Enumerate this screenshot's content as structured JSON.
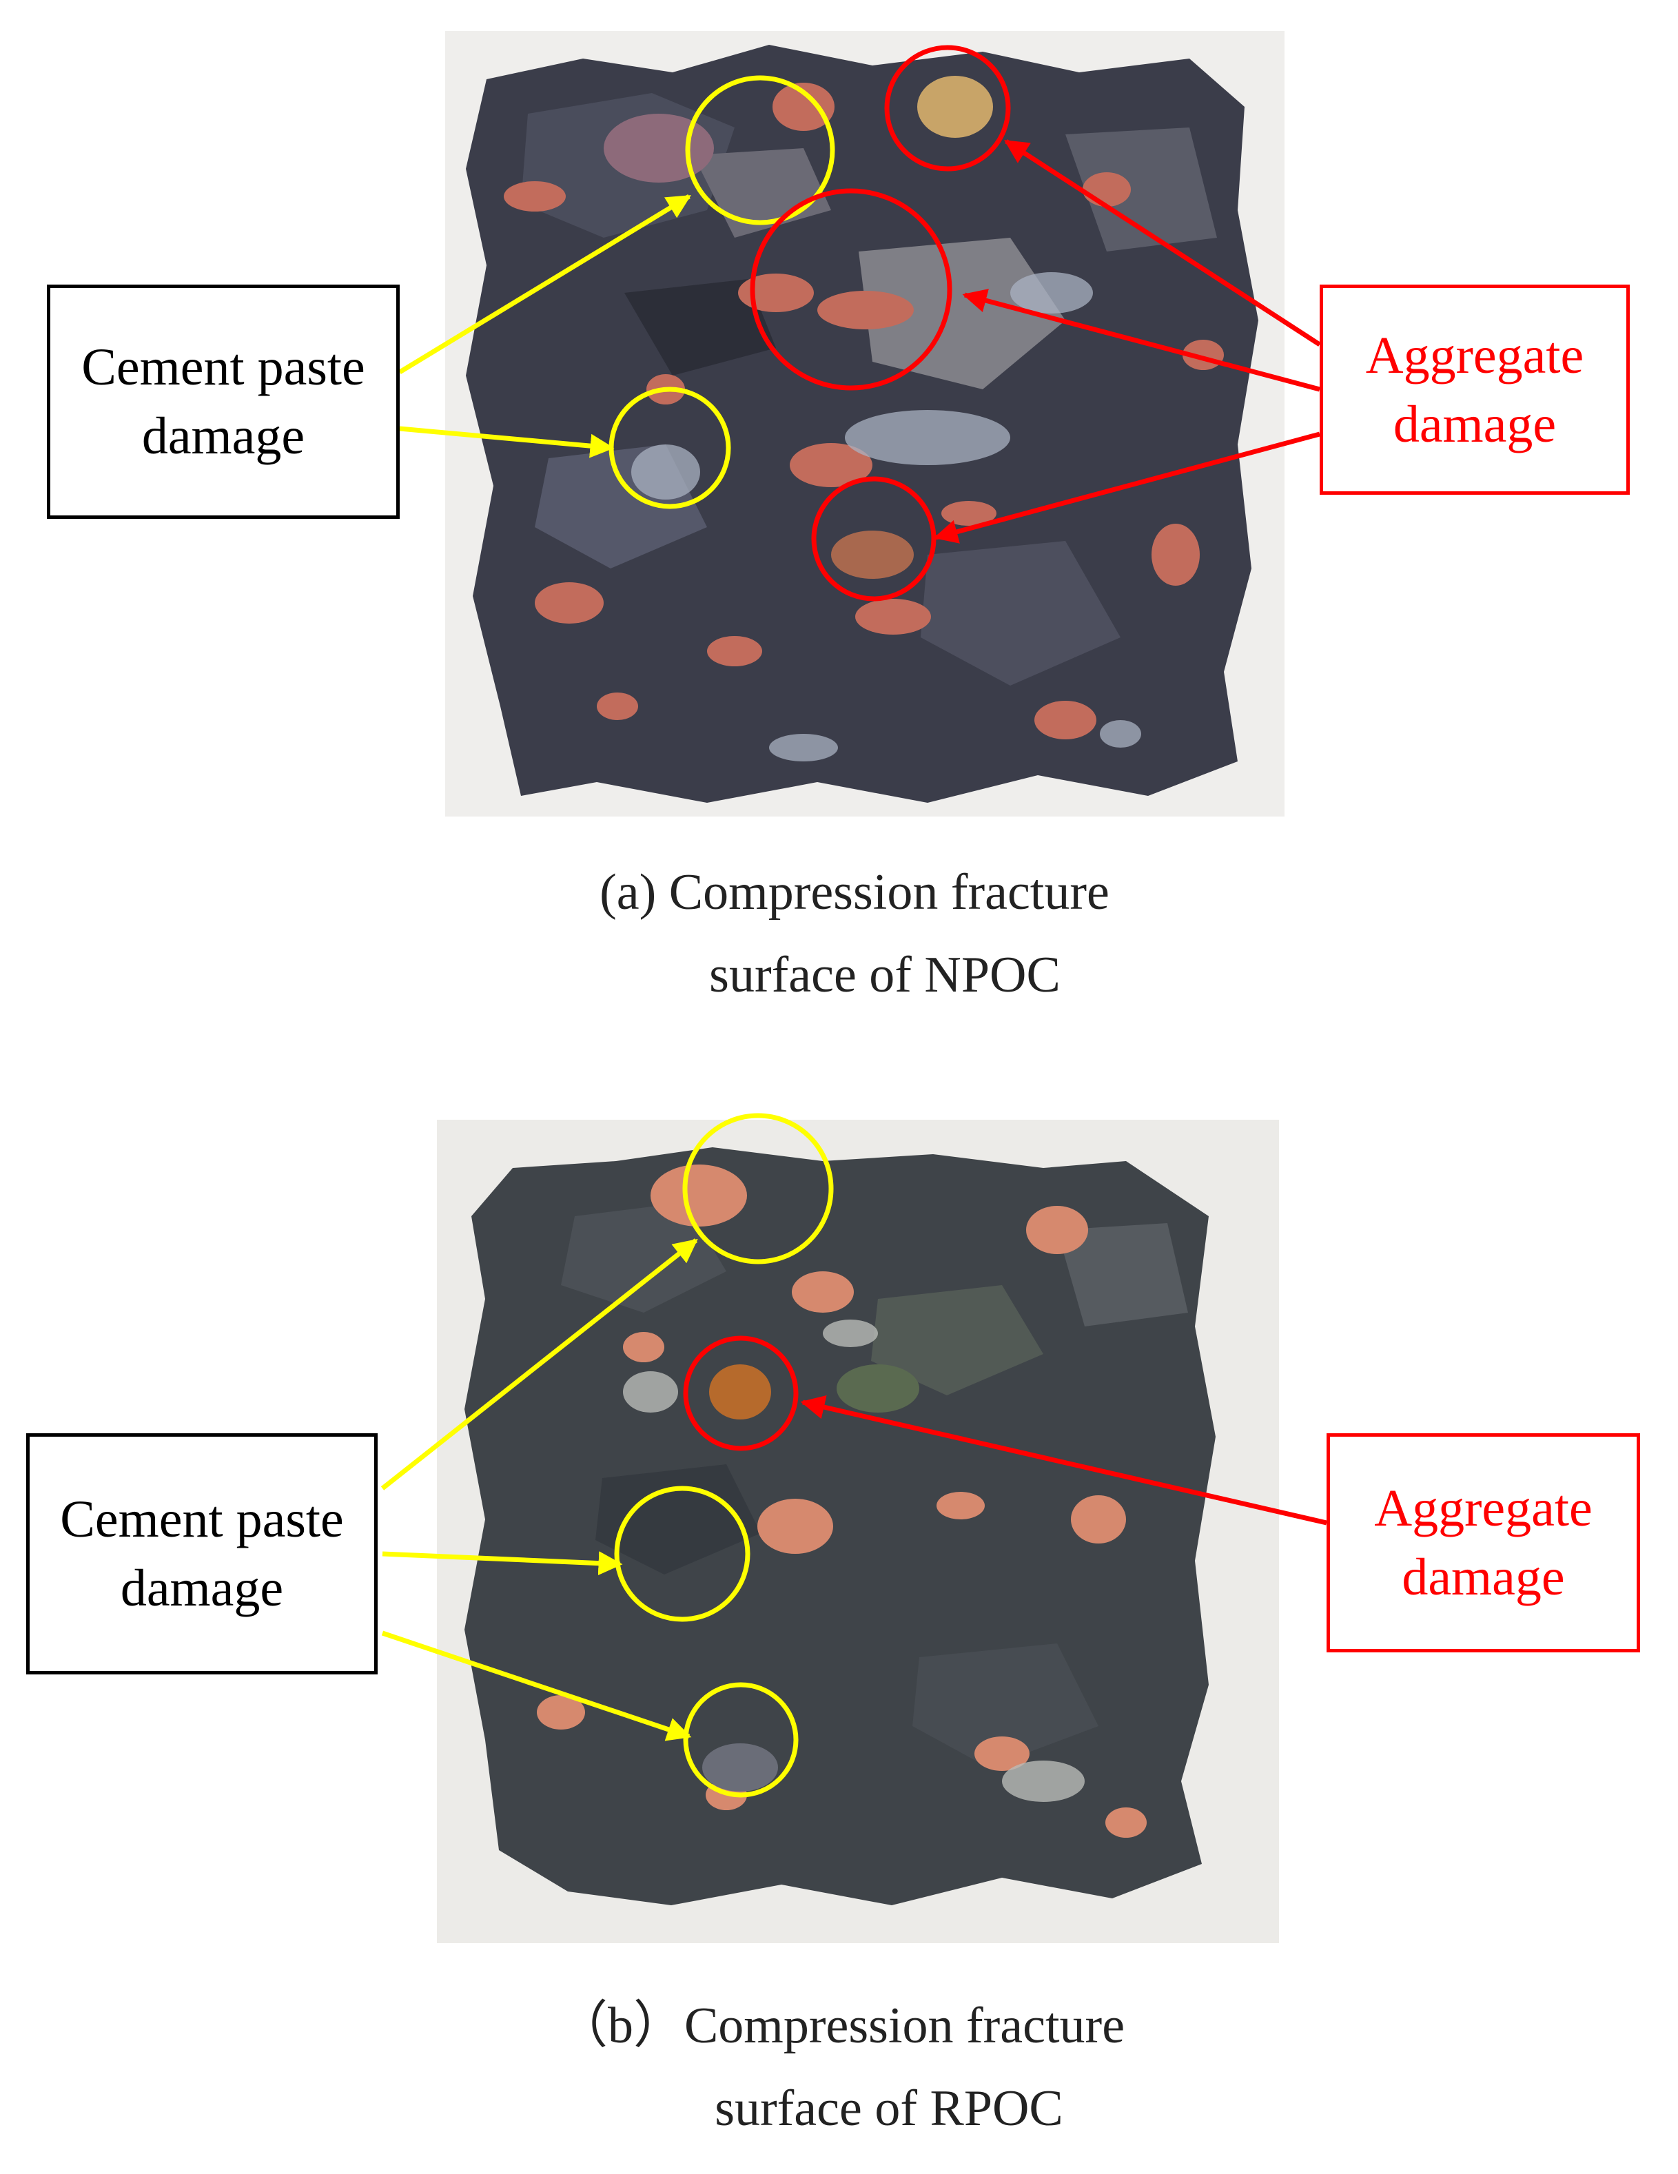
{
  "panels": [
    {
      "id": "a",
      "cement_label": [
        "Cement paste",
        "damage"
      ],
      "aggregate_label": [
        "Aggregate",
        "damage"
      ],
      "caption_line1": "(a) Compression fracture",
      "caption_line2": "surface of NPOC"
    },
    {
      "id": "b",
      "cement_label": [
        "Cement paste",
        "damage"
      ],
      "aggregate_label": [
        "Aggregate",
        "damage"
      ],
      "caption_line1": "（b）Compression fracture",
      "caption_line2": "surface of RPOC"
    }
  ],
  "colors": {
    "cement_marker": "#ffff00",
    "aggregate_marker": "#ff0000",
    "concrete_dark": "#3a3d48",
    "aggregate_pink": "#c9735f",
    "background": "#f1efec"
  },
  "icons": [
    "cement-paste-damage-circle",
    "aggregate-damage-circle",
    "pointer-arrow"
  ]
}
